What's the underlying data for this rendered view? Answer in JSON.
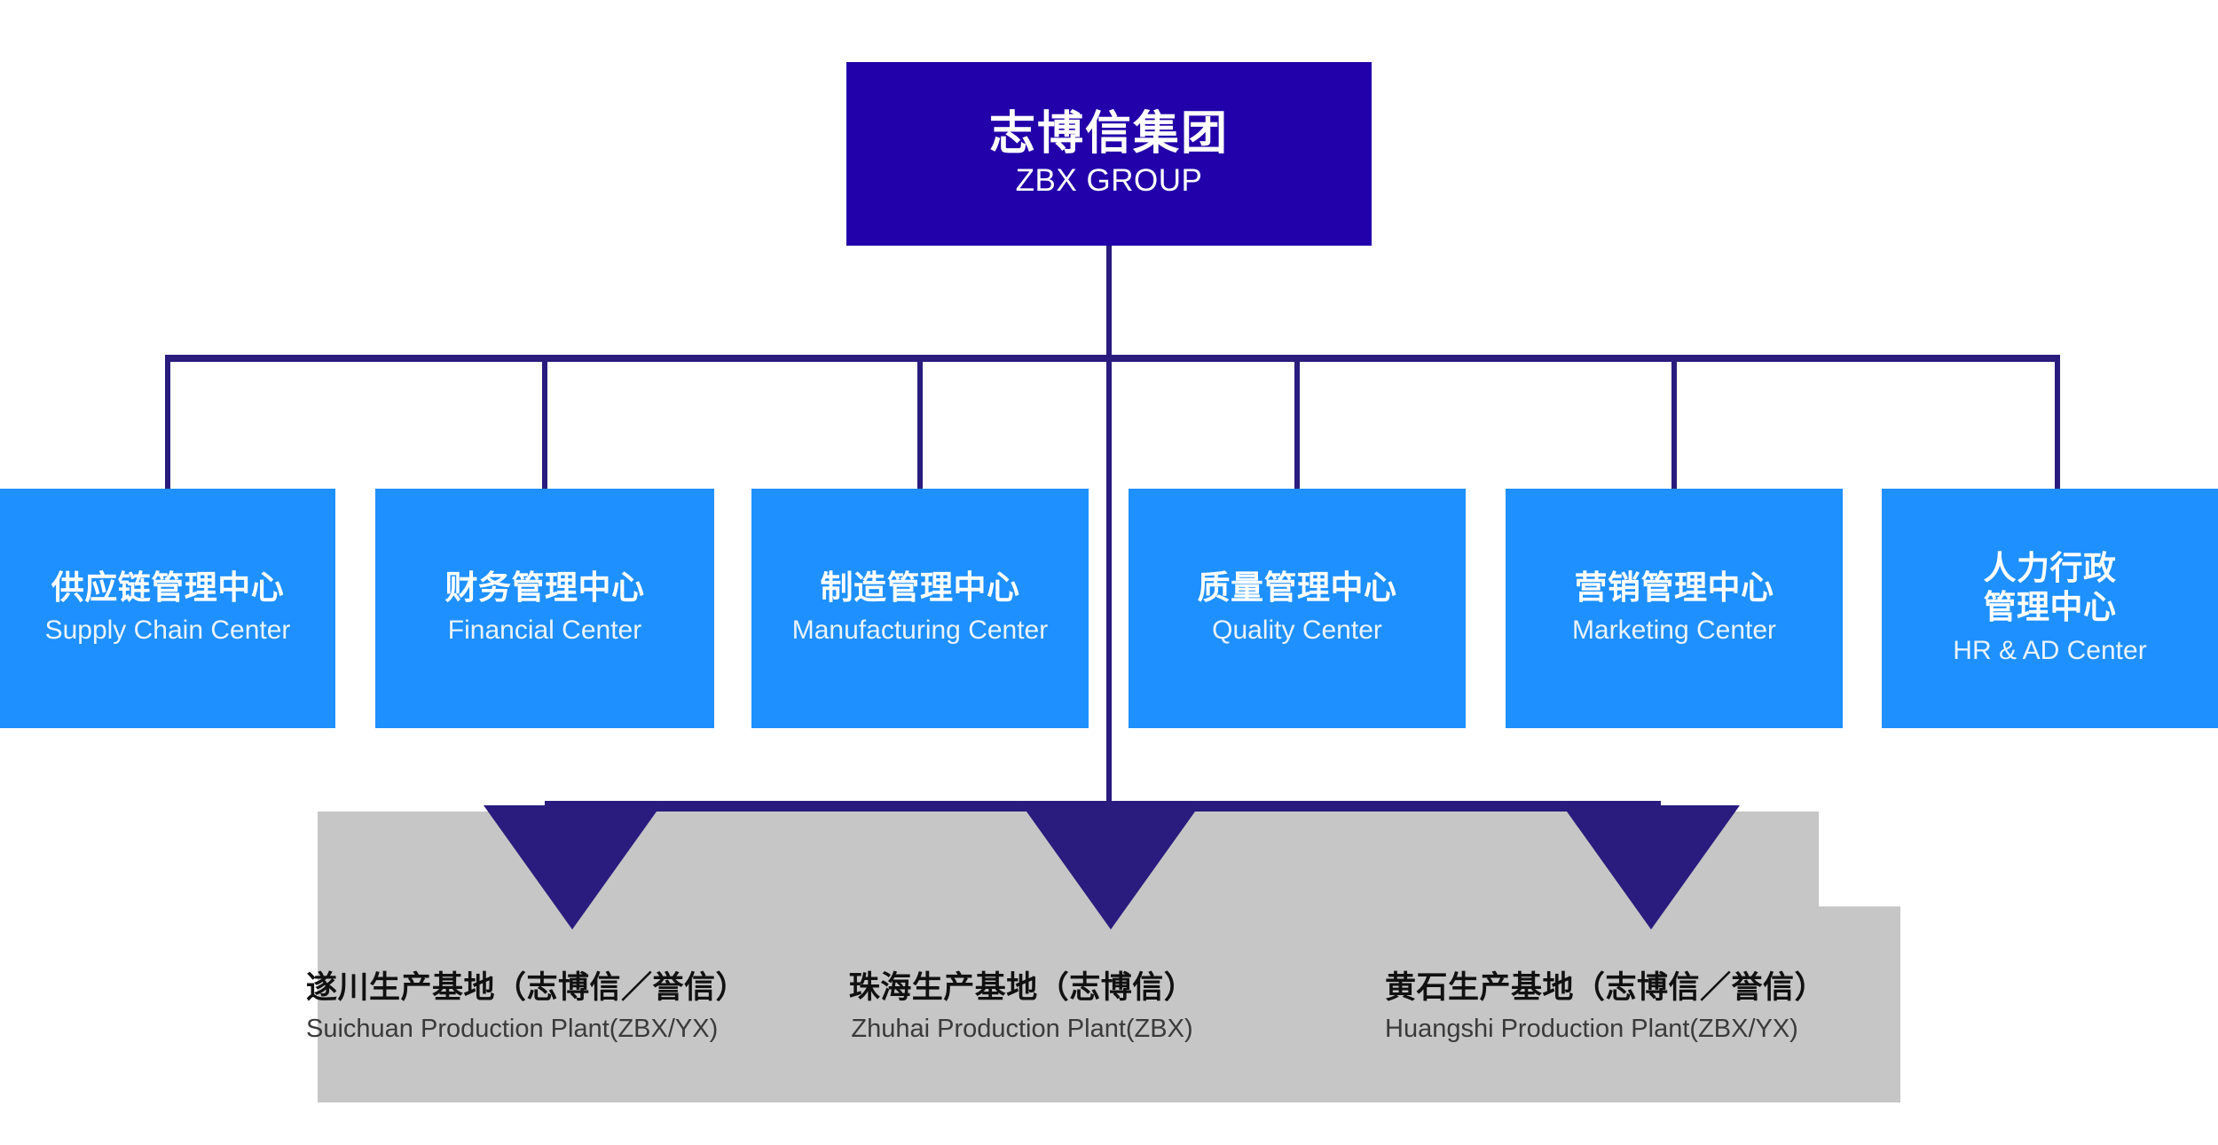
{
  "colors": {
    "root_box": "#2200AA",
    "dept_box": "#1E90FF",
    "connector": "#2A1C7E",
    "plant_band": "#C6C6C6",
    "text_light": "#FFFFFF",
    "text_dark": "#111111",
    "background": "#FFFFFF"
  },
  "root": {
    "name_cn": "志博信集团",
    "name_en": "ZBX GROUP"
  },
  "departments": [
    {
      "name_cn": "供应链管理中心",
      "name_en": "Supply Chain Center"
    },
    {
      "name_cn": "财务管理中心",
      "name_en": "Financial Center"
    },
    {
      "name_cn": "制造管理中心",
      "name_en": "Manufacturing Center"
    },
    {
      "name_cn": "质量管理中心",
      "name_en": "Quality Center"
    },
    {
      "name_cn": "营销管理中心",
      "name_en": "Marketing Center"
    },
    {
      "name_cn": "人力行政\n管理中心",
      "name_en": "HR & AD Center"
    }
  ],
  "plants": [
    {
      "name_cn": "遂川生产基地（志博信／誉信）",
      "name_en": "Suichuan Production Plant(ZBX/YX)"
    },
    {
      "name_cn": "珠海生产基地（志博信）",
      "name_en": "Zhuhai Production Plant(ZBX)"
    },
    {
      "name_cn": "黄石生产基地（志博信／誉信）",
      "name_en": "Huangshi Production Plant(ZBX/YX)"
    }
  ],
  "chart_data": {
    "type": "org-chart",
    "title": "志博信集团 ZBX GROUP Organization Chart",
    "levels": 3,
    "root": "志博信集团 / ZBX GROUP",
    "level2_count": 6,
    "level3_count": 3
  }
}
